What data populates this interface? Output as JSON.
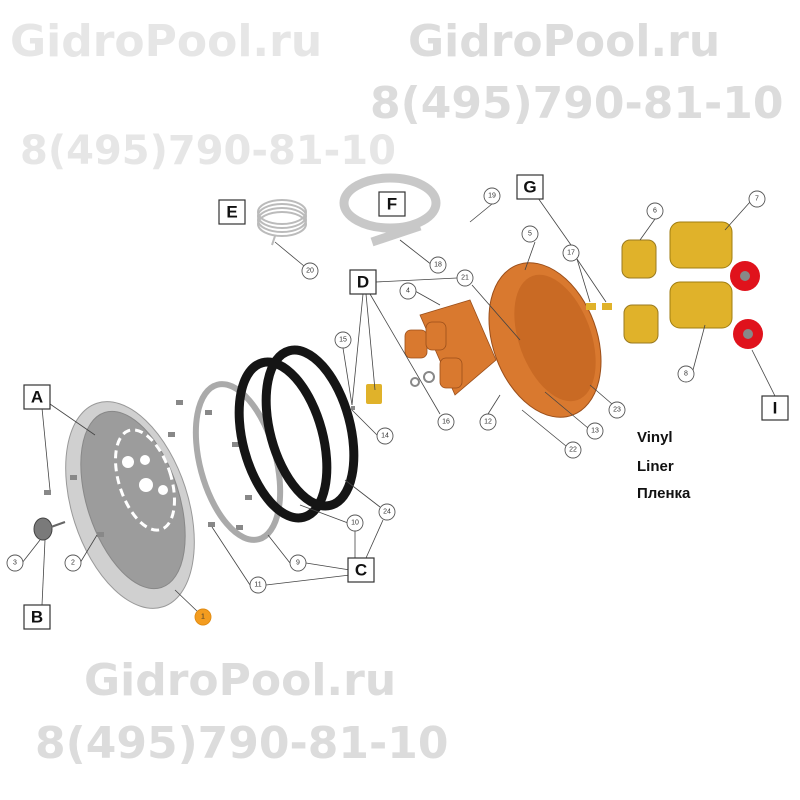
{
  "watermarks": {
    "site_top": "GidroPool.ru",
    "phone_top": "8(495)790-81-10",
    "site_mid": "GidroPool.ru",
    "phone_mid": "8(495)790-81-10",
    "site_bottom": "GidroPool.ru",
    "phone_bottom": "8(495)790-81-10"
  },
  "group_labels": [
    "A",
    "B",
    "C",
    "D",
    "E",
    "F",
    "G",
    "I"
  ],
  "part_numbers": [
    "1",
    "2",
    "3",
    "4",
    "5",
    "6",
    "7",
    "8",
    "9",
    "10",
    "11",
    "12",
    "13",
    "14",
    "15",
    "16",
    "17",
    "18",
    "19",
    "20",
    "21",
    "22",
    "23",
    "24"
  ],
  "highlighted_part": "1",
  "note_lines": [
    "Vinyl",
    "Liner",
    "Пленка"
  ],
  "colors": {
    "highlight": "#f39c1f",
    "body_orange": "#d9792f",
    "brass": "#e0b22a",
    "valve_handle": "#e0121c",
    "gasket": "#151515",
    "steel": "#c8c8c8"
  }
}
